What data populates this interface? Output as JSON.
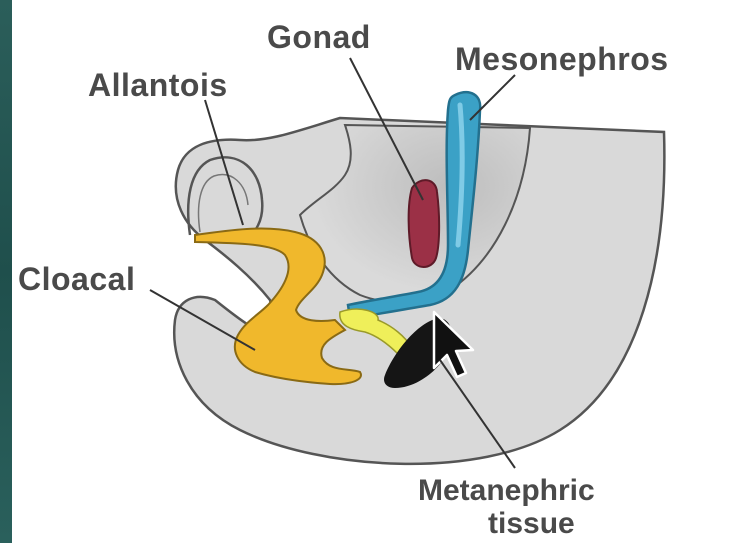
{
  "labels": {
    "gonad": "Gonad",
    "mesonephros": "Mesonephros",
    "allantois": "Allantois",
    "cloacal": "Cloacal",
    "metanephric_line1": "Metanephric",
    "metanephric_line2": "tissue"
  },
  "colors": {
    "embryo_fill": "#d9d9d9",
    "embryo_shade": "#c4c4c4",
    "outline": "#555555",
    "mesonephros": "#3ba1c6",
    "mesonephros_dark": "#23708e",
    "gonad": "#9b3046",
    "cloaca": "#f0b82c",
    "ureteric_bud": "#efef5a",
    "metanephric": "#151515",
    "label_text": "#4a4a4a",
    "left_strip": "#2b5e5a"
  },
  "icons": {
    "cursor": "mouse-pointer-icon"
  }
}
